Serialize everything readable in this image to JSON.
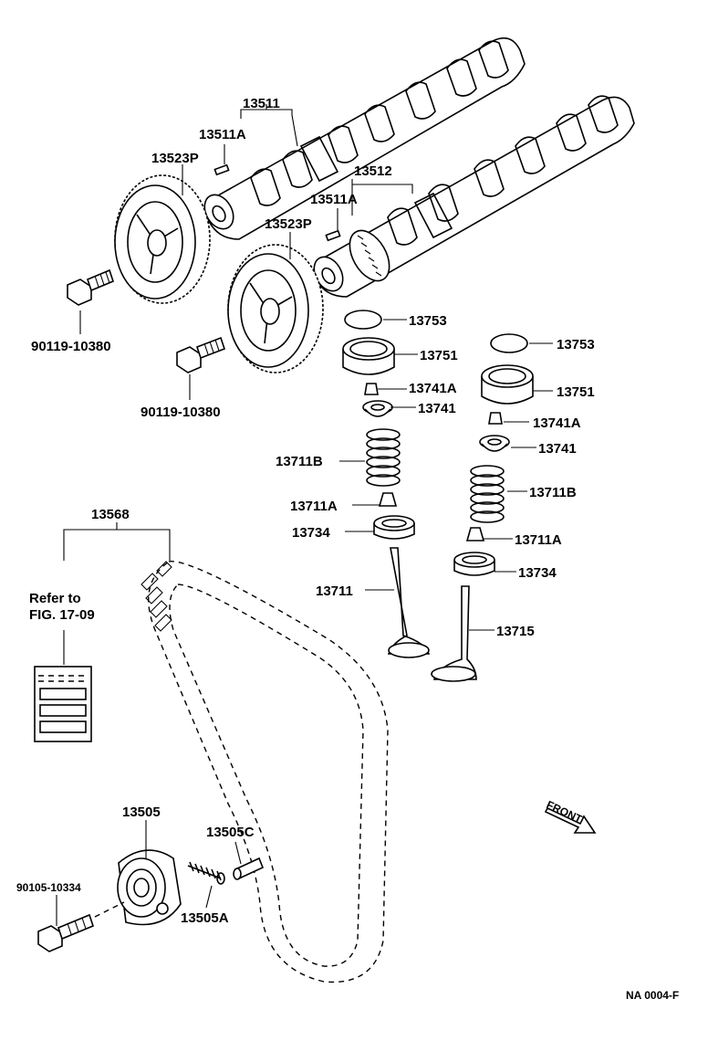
{
  "labels": {
    "camshaft_exhaust": "13511",
    "pin_1": "13511A",
    "gear_1": "13523P",
    "camshaft_intake": "13512",
    "pin_2": "13511A",
    "gear_2": "13523P",
    "bolt_1": "90119-10380",
    "bolt_2": "90119-10380",
    "shim_l": "13753",
    "lifter_l": "13751",
    "keeper_l": "13741A",
    "retainer_l": "13741",
    "spring_l": "13711B",
    "seal_l": "13711A",
    "seat_l": "13734",
    "valve_l": "13711",
    "shim_r": "13753",
    "lifter_r": "13751",
    "keeper_r": "13741A",
    "retainer_r": "13741",
    "spring_r": "13711B",
    "seal_r": "13711A",
    "seat_r": "13734",
    "valve_r": "13715",
    "belt": "13568",
    "refer_line1": "Refer to",
    "refer_line2": "FIG. 17-09",
    "tensioner": "13505",
    "tensioner_pin": "13505C",
    "tensioner_spring": "13505A",
    "tensioner_bolt": "90105-10334",
    "front": "FRONT",
    "diagram_code": "NA 0004-F"
  }
}
